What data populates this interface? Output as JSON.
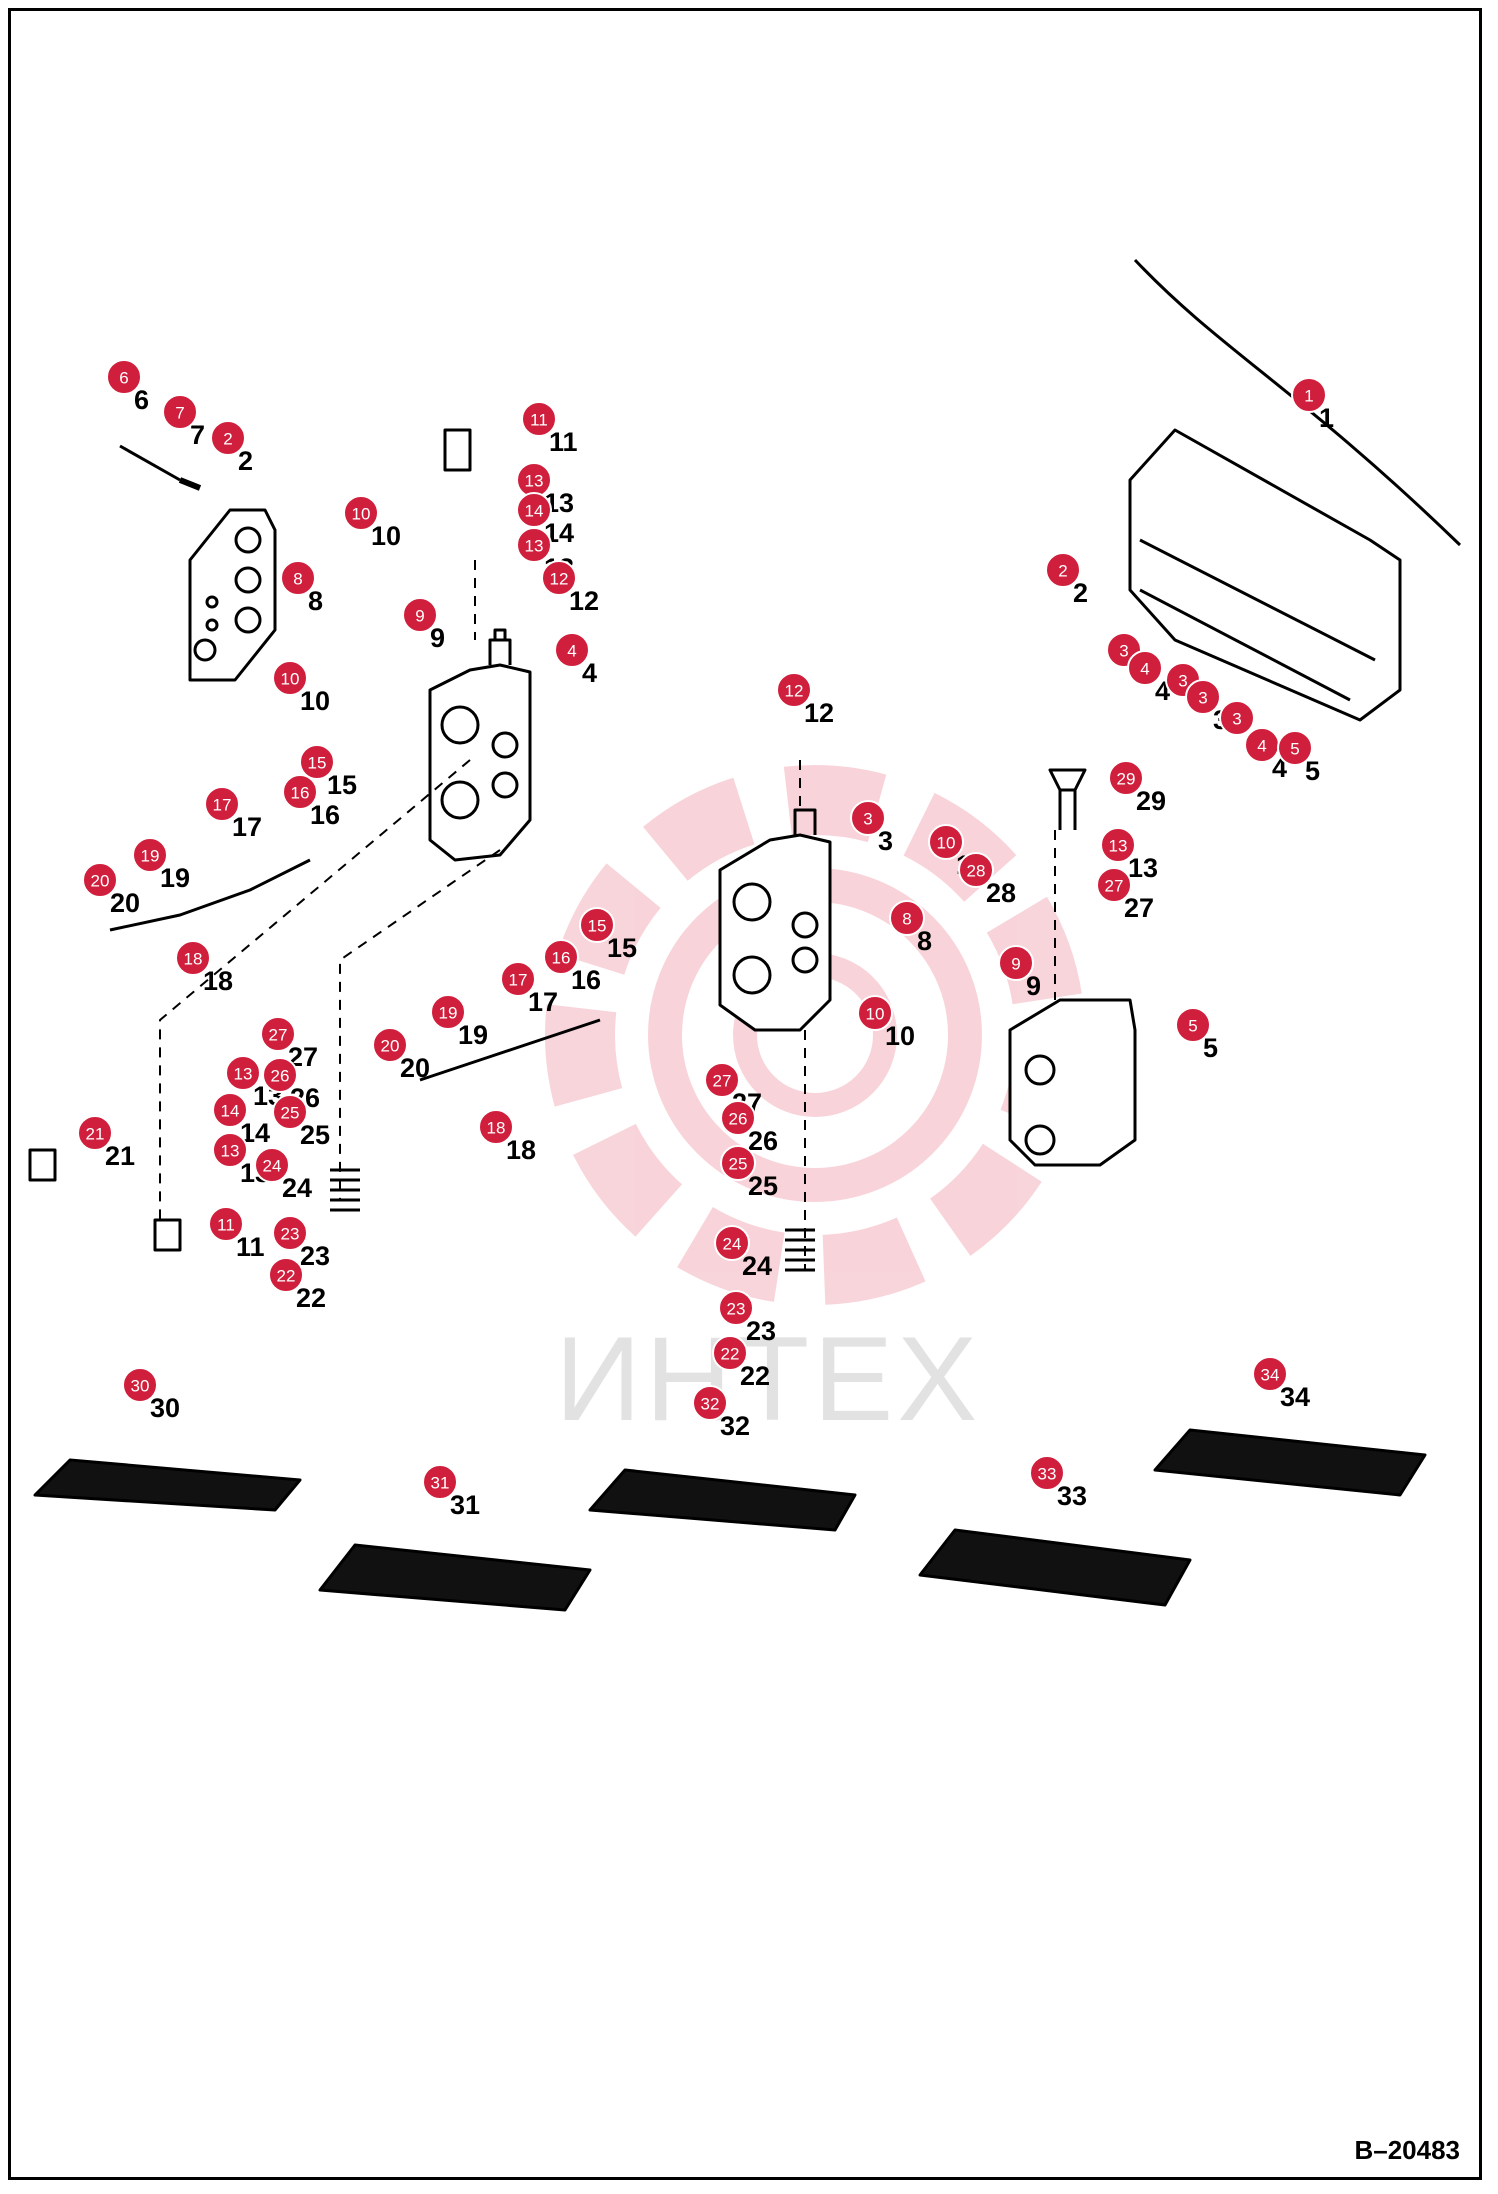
{
  "diagram": {
    "code": "B–20483",
    "watermark": "ИНТЕХ",
    "callouts": [
      {
        "n": "1"
      },
      {
        "n": "2"
      },
      {
        "n": "3"
      },
      {
        "n": "4"
      },
      {
        "n": "5"
      },
      {
        "n": "6"
      },
      {
        "n": "7"
      },
      {
        "n": "8"
      },
      {
        "n": "9"
      },
      {
        "n": "10"
      },
      {
        "n": "11"
      },
      {
        "n": "12"
      },
      {
        "n": "13"
      },
      {
        "n": "14"
      },
      {
        "n": "15"
      },
      {
        "n": "16"
      },
      {
        "n": "17"
      },
      {
        "n": "18"
      },
      {
        "n": "19"
      },
      {
        "n": "20"
      },
      {
        "n": "21"
      },
      {
        "n": "22"
      },
      {
        "n": "23"
      },
      {
        "n": "24"
      },
      {
        "n": "25"
      },
      {
        "n": "26"
      },
      {
        "n": "27"
      },
      {
        "n": "28"
      },
      {
        "n": "29"
      },
      {
        "n": "30"
      },
      {
        "n": "31"
      },
      {
        "n": "32"
      },
      {
        "n": "33"
      },
      {
        "n": "34"
      }
    ],
    "colors": {
      "badge": "#d01f3c",
      "line": "#000000",
      "watermark": "#f2c3c8"
    }
  }
}
